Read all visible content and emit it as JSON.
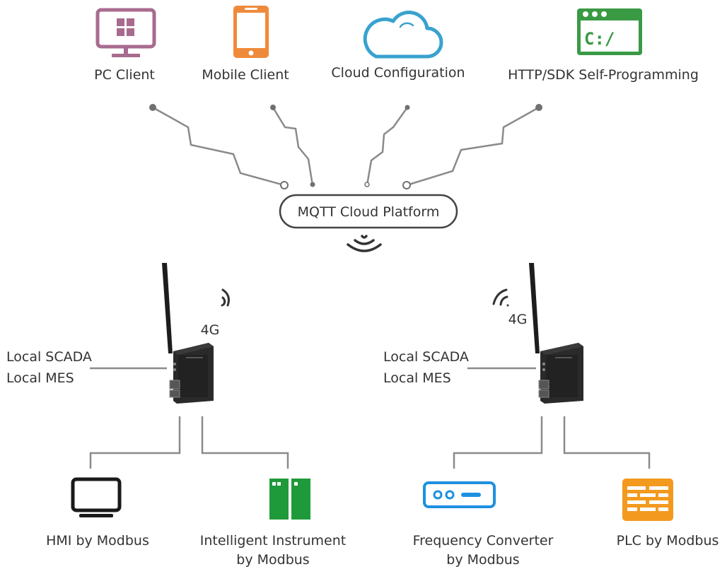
{
  "clients": [
    {
      "label": "PC Client",
      "icon": "pc-monitor-icon",
      "color": "#a86b8f"
    },
    {
      "label": "Mobile Client",
      "icon": "mobile-phone-icon",
      "color": "#f08a3b"
    },
    {
      "label": "Cloud Configuration",
      "icon": "cloud-icon",
      "color": "#39a2cf"
    },
    {
      "label": "HTTP/SDK Self-Programming",
      "icon": "terminal-window-icon",
      "color": "#3a9a44"
    }
  ],
  "platform": {
    "label": "MQTT Cloud Platform",
    "icon": "wireless-signal-icon"
  },
  "gateways": [
    {
      "network": "4G",
      "local_lines": [
        "Local SCADA",
        "Local MES"
      ],
      "icon": "gateway-device-icon"
    },
    {
      "network": "4G",
      "local_lines": [
        "Local SCADA",
        "Local MES"
      ],
      "icon": "gateway-device-icon"
    }
  ],
  "devices": [
    {
      "lines": [
        "HMI by Modbus"
      ],
      "icon": "hmi-monitor-icon",
      "color": "#1a1a1a"
    },
    {
      "lines": [
        "Intelligent Instrument",
        "by Modbus"
      ],
      "icon": "instrument-icon",
      "color": "#1f9a3a"
    },
    {
      "lines": [
        "Frequency Converter",
        "by Modbus"
      ],
      "icon": "frequency-converter-icon",
      "color": "#1e90e0"
    },
    {
      "lines": [
        "PLC by Modbus"
      ],
      "icon": "plc-icon",
      "color": "#f39a1e"
    }
  ],
  "colors": {
    "line": "#8a8a8a",
    "text": "#333333",
    "device_body": "#222222"
  }
}
